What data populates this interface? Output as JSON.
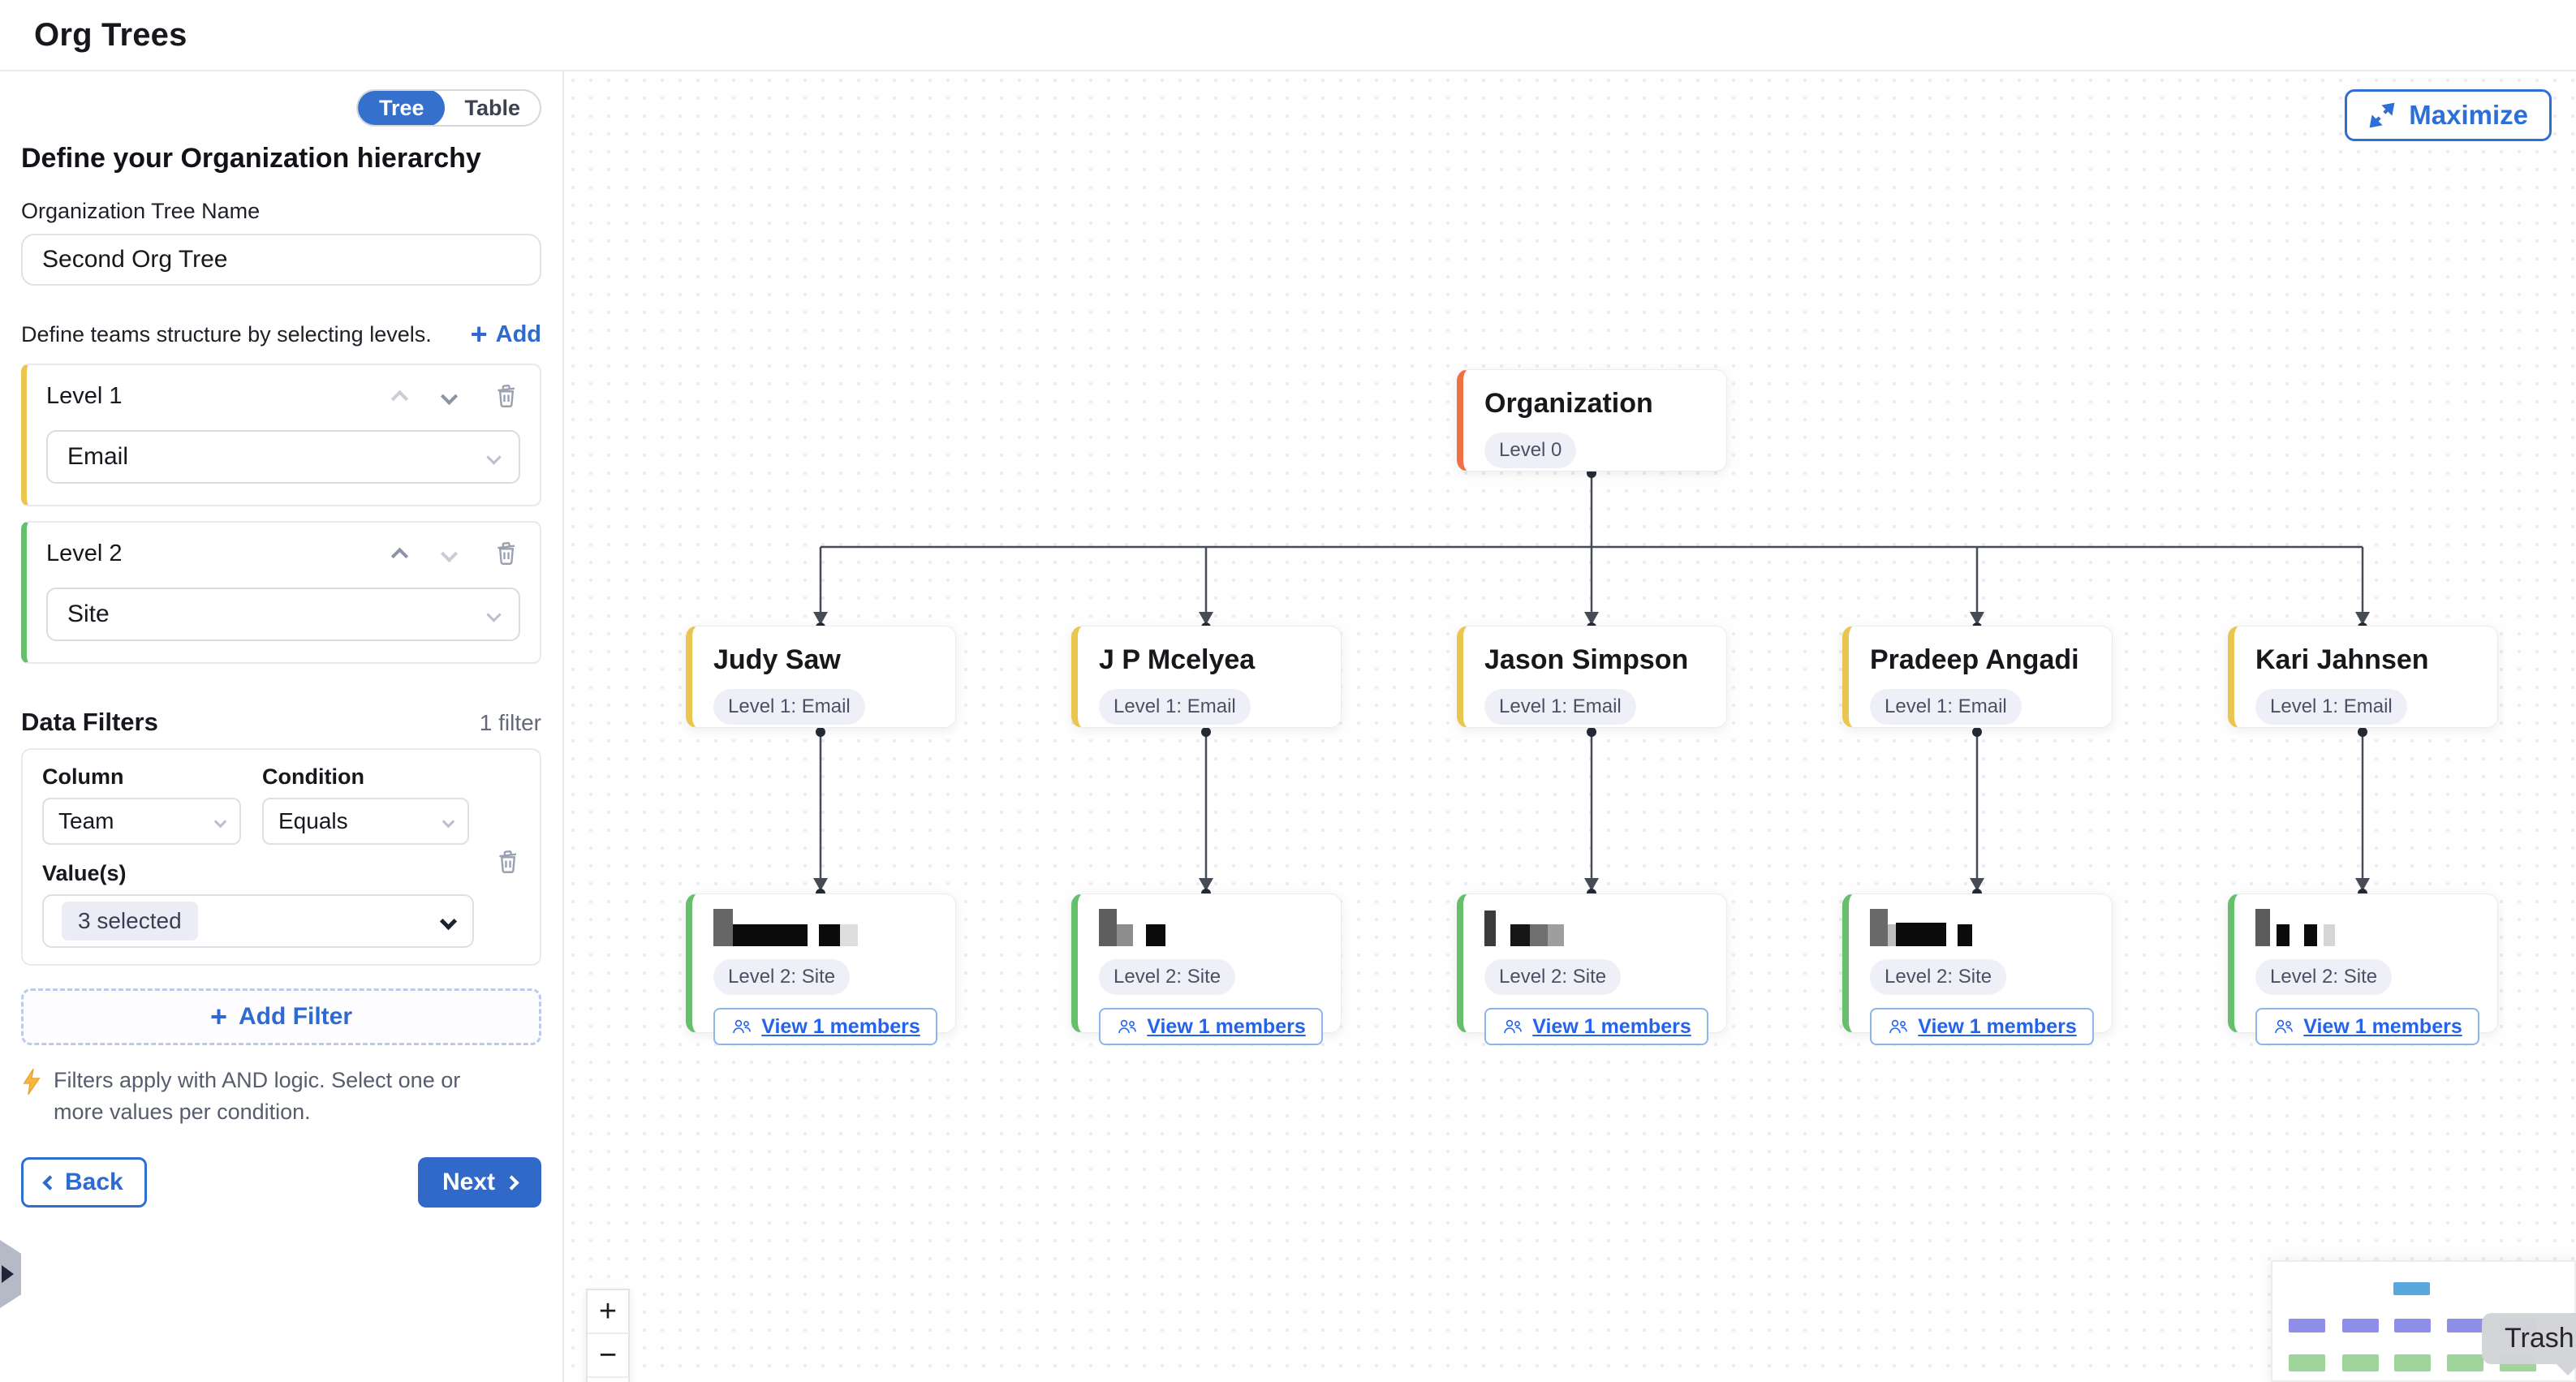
{
  "header": {
    "title": "Org Trees"
  },
  "icons": {
    "plus": "+",
    "zoom_in": "+",
    "zoom_out": "−"
  },
  "sidebar": {
    "view_toggle": {
      "tree": "Tree",
      "table": "Table",
      "active": "Tree"
    },
    "hierarchy_title": "Define your Organization hierarchy",
    "tree_name_label": "Organization Tree Name",
    "tree_name_value": "Second Org Tree",
    "levels_hint": "Define teams structure by selecting levels.",
    "add_level_label": "Add",
    "levels": [
      {
        "label": "Level 1",
        "value": "Email",
        "accent": "#eac54f"
      },
      {
        "label": "Level 2",
        "value": "Site",
        "accent": "#66bf6b"
      }
    ],
    "filters": {
      "title": "Data Filters",
      "count": "1 filter",
      "column_label": "Column",
      "column_value": "Team",
      "condition_label": "Condition",
      "condition_value": "Equals",
      "values_label": "Value(s)",
      "values_value": "3 selected",
      "add_filter_label": "Add Filter",
      "note": "Filters apply with AND logic. Select one or more values per condition."
    },
    "back_label": "Back",
    "next_label": "Next"
  },
  "canvas": {
    "maximize_label": "Maximize",
    "root": {
      "title": "Organization",
      "badge": "Level 0"
    },
    "level1_nodes": [
      {
        "title": "Judy Saw",
        "badge": "Level 1: Email"
      },
      {
        "title": "J P Mcelyea",
        "badge": "Level 1: Email"
      },
      {
        "title": "Jason Simpson",
        "badge": "Level 1: Email"
      },
      {
        "title": "Pradeep Angadi",
        "badge": "Level 1: Email"
      },
      {
        "title": "Kari Jahnsen",
        "badge": "Level 1: Email"
      }
    ],
    "level2_nodes": [
      {
        "title_redacted": true,
        "badge": "Level 2: Site",
        "members_label": "View 1 members"
      },
      {
        "title_redacted": true,
        "badge": "Level 2: Site",
        "members_label": "View 1 members"
      },
      {
        "title_redacted": true,
        "badge": "Level 2: Site",
        "members_label": "View 1 members"
      },
      {
        "title_redacted": true,
        "badge": "Level 2: Site",
        "members_label": "View 1 members"
      },
      {
        "title_redacted": true,
        "badge": "Level 2: Site",
        "members_label": "View 1 members"
      }
    ],
    "trash_tooltip": "Trash"
  },
  "colors": {
    "accent_blue": "#2f6fce",
    "level1_yellow": "#eac54f",
    "level2_green": "#66bf6b",
    "root_orange": "#ef7042",
    "badge_bg": "#efeff8",
    "minimap_root_blue": "#56a8dc",
    "minimap_level1_purple": "#8f8fe8",
    "minimap_level2_green": "#9fd49b"
  }
}
